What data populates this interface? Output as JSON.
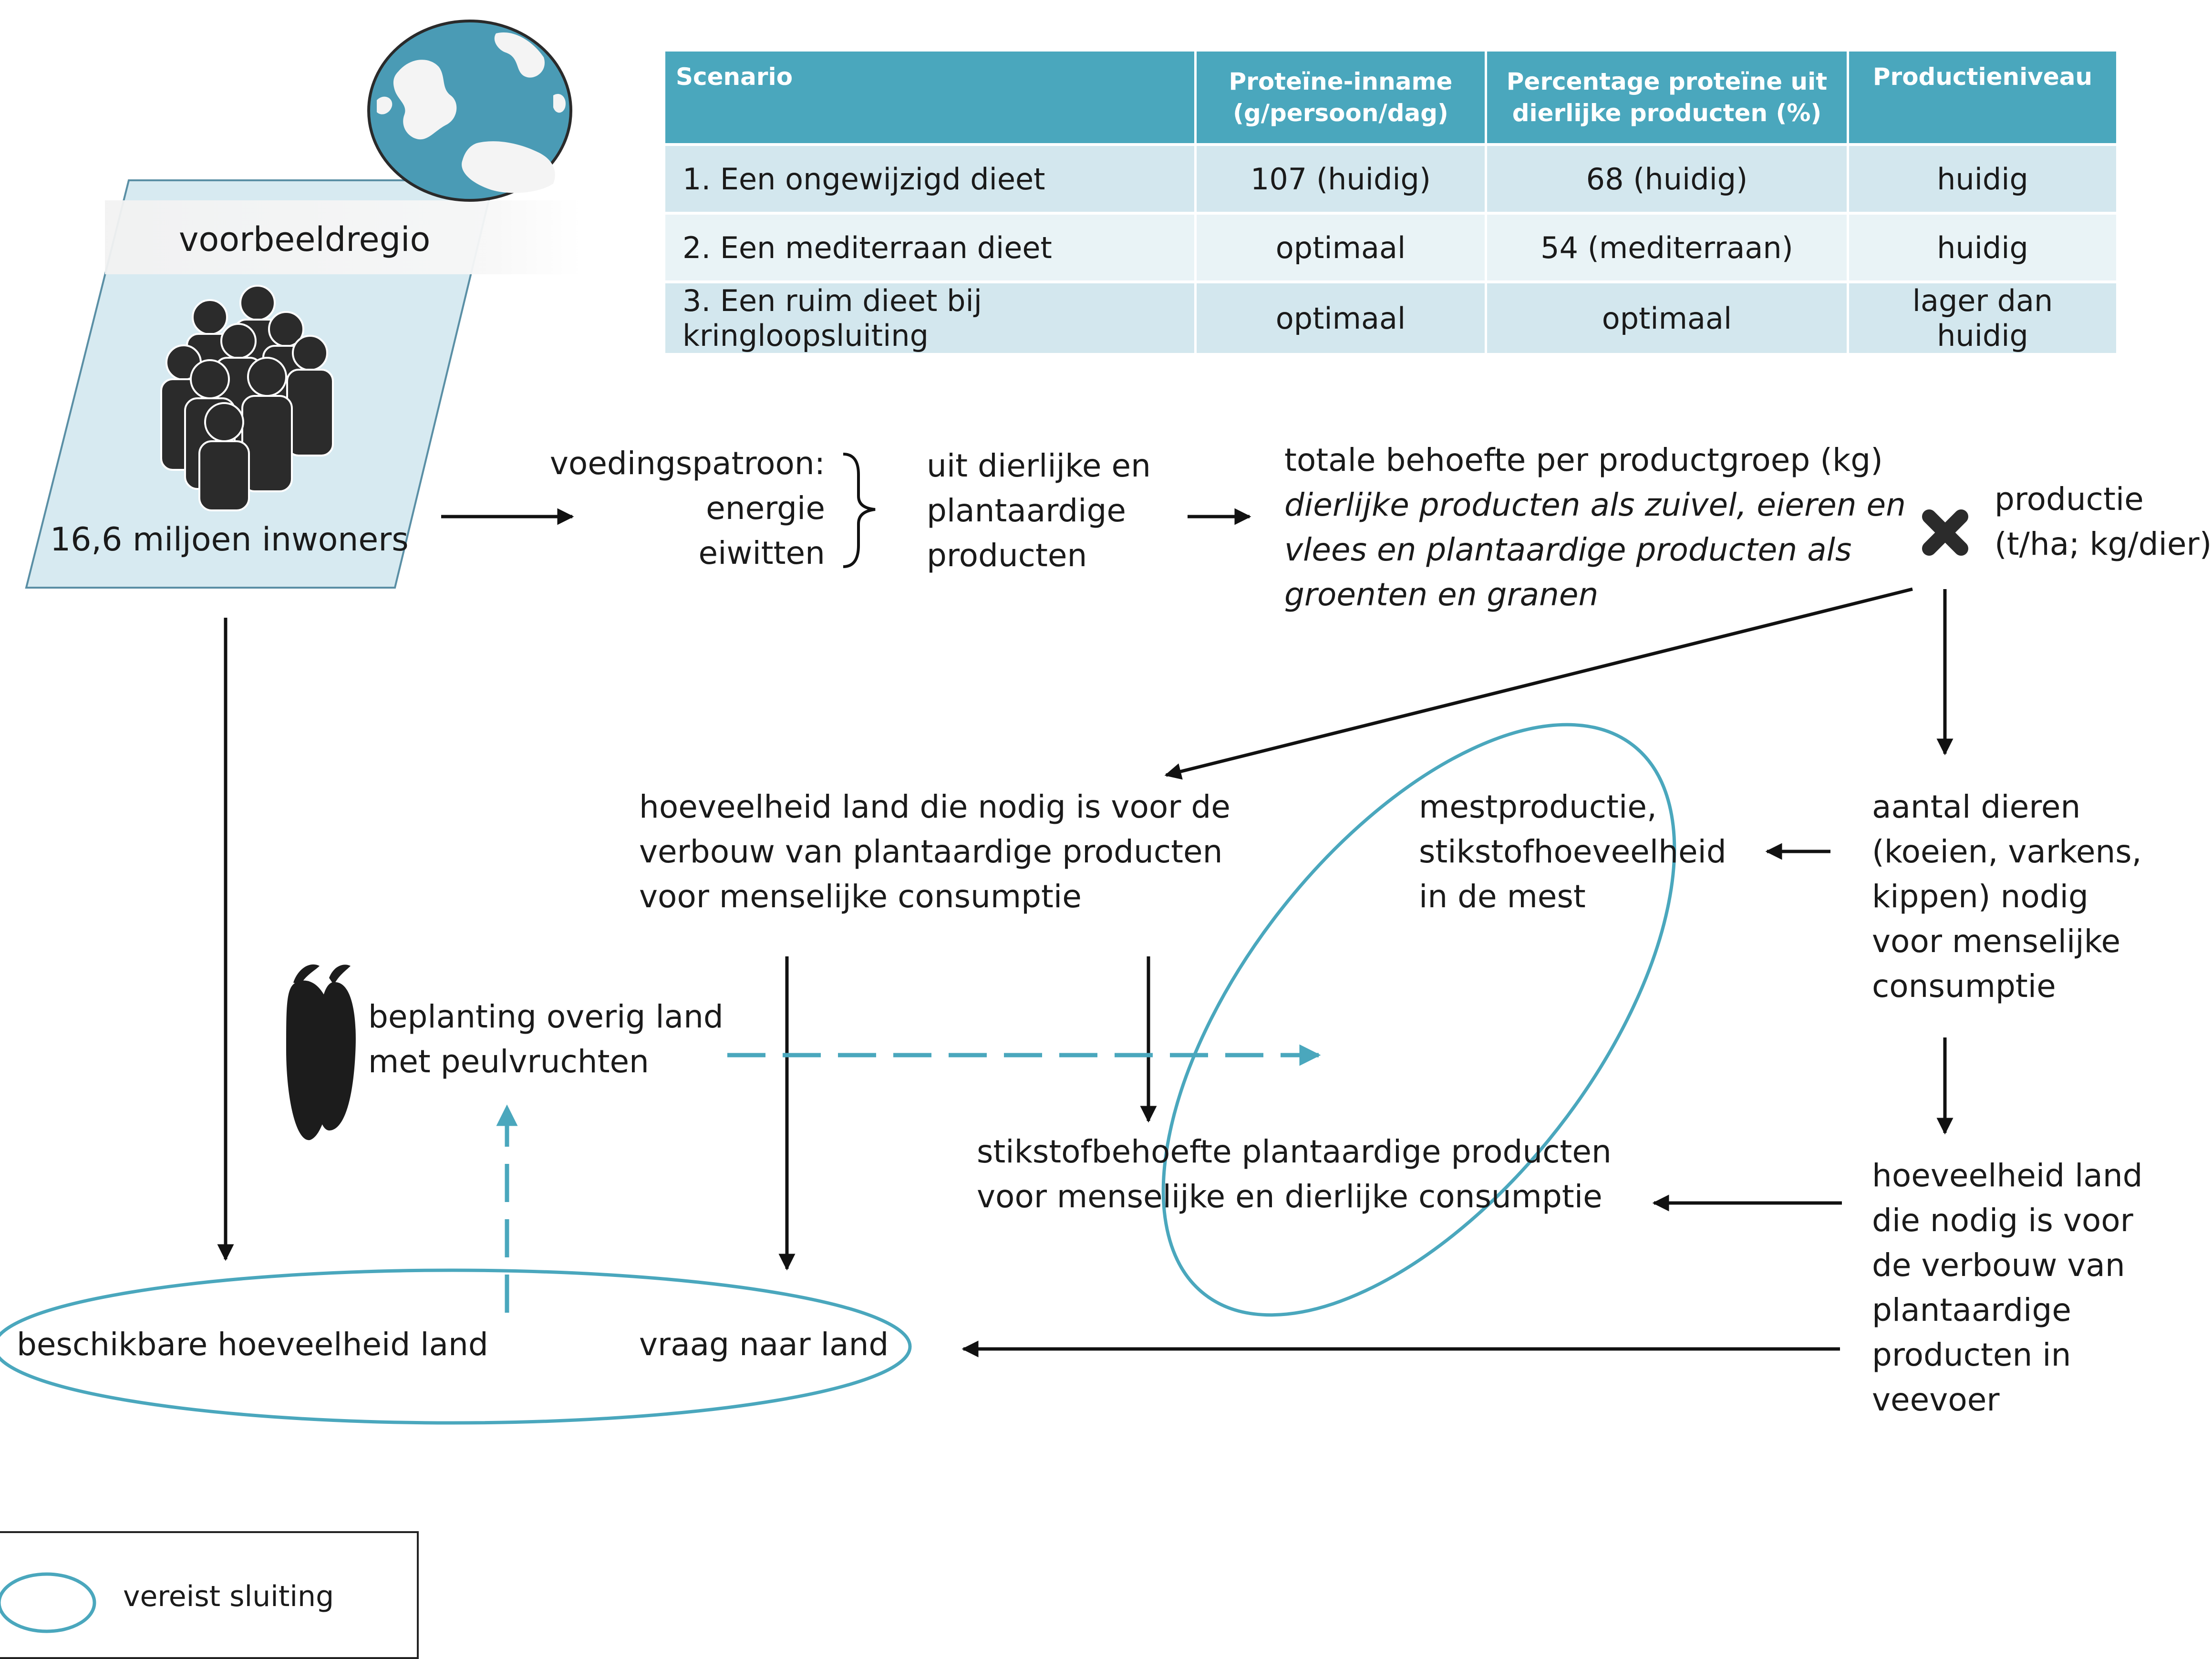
{
  "table": {
    "headers": [
      "Scenario",
      "Proteïne-inname (g/persoon/dag)",
      "Percentage proteïne uit dierlijke producten (%)",
      "Productieniveau"
    ],
    "rows": [
      [
        "1. Een ongewijzigd dieet",
        "107 (huidig)",
        "68 (huidig)",
        "huidig"
      ],
      [
        "2. Een mediterraan dieet",
        "optimaal",
        "54 (mediterraan)",
        "huidig"
      ],
      [
        "3. Een ruim dieet bij kringloopsluiting",
        "optimaal",
        "optimaal",
        "lager dan huidig"
      ]
    ]
  },
  "region": {
    "label": "voorbeeldregio",
    "population": "16,6 miljoen inwoners"
  },
  "nodes": {
    "diet": [
      "voedingspatroon:",
      "energie",
      "eiwitten"
    ],
    "products": [
      "uit dierlijke en",
      "plantaardige",
      "producten"
    ],
    "need_line1": "totale behoefte per productgroep (kg)",
    "need_italic": [
      "dierlijke producten als zuivel, eieren en",
      "vlees en plantaardige producten als",
      "groenten en granen"
    ],
    "production": [
      "productie",
      "(t/ha; kg/dier)"
    ],
    "land_human": [
      "hoeveelheid  land die nodig is voor de",
      "verbouw van plantaardige producten",
      "voor menselijke  consumptie"
    ],
    "manure": [
      "mestproductie,",
      "stikstofhoeveelheid",
      "in de mest"
    ],
    "animals": [
      "aantal dieren",
      "(koeien, varkens,",
      "kippen) nodig",
      "voor menselijke",
      "consumptie"
    ],
    "legumes": [
      "beplanting overig land",
      "met peulvruchten"
    ],
    "nitrogen": [
      "stikstofbehoefte  plantaardige producten",
      "voor menselijke  en dierlijke  consumptie"
    ],
    "land_feed": [
      "hoeveelheid  land",
      "die nodig is voor",
      "de verbouw van",
      "plantaardige",
      "producten in",
      "veevoer"
    ],
    "available_land": "beschikbare  hoeveelheid  land",
    "land_demand": "vraag naar land"
  },
  "legend": {
    "label": "vereist sluiting"
  },
  "colors": {
    "teal": "#4aa7bd",
    "arrow": "#111111"
  },
  "icons": [
    "globe-icon",
    "people-group-icon",
    "multiply-icon",
    "pea-pod-icon"
  ]
}
